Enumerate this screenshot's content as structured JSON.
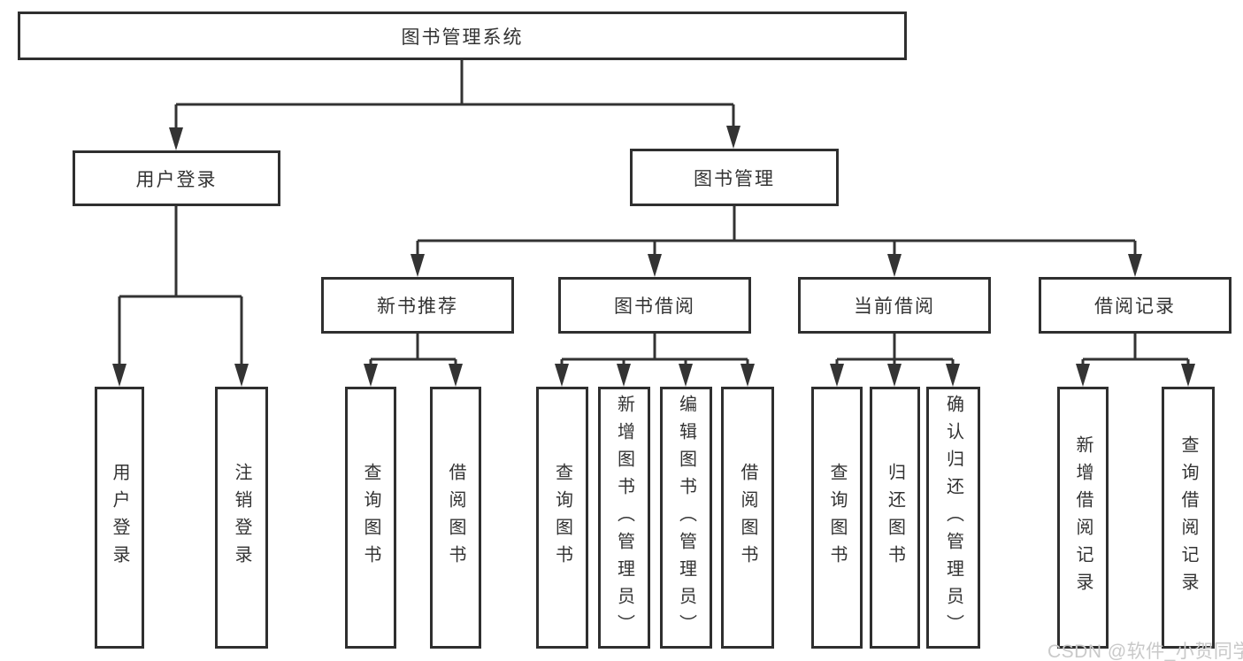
{
  "tree": {
    "label": "图书管理系统",
    "children": [
      {
        "label": "用户登录",
        "children": [
          {
            "label": "用户登录"
          },
          {
            "label": "注销登录"
          }
        ]
      },
      {
        "label": "图书管理",
        "children": [
          {
            "label": "新书推荐",
            "children": [
              {
                "label": "查询图书"
              },
              {
                "label": "借阅图书"
              }
            ]
          },
          {
            "label": "图书借阅",
            "children": [
              {
                "label": "查询图书"
              },
              {
                "label": "新增图书（管理员）"
              },
              {
                "label": "编辑图书（管理员）"
              },
              {
                "label": "借阅图书"
              }
            ]
          },
          {
            "label": "当前借阅",
            "children": [
              {
                "label": "查询图书"
              },
              {
                "label": "归还图书"
              },
              {
                "label": "确认归还（管理员）"
              }
            ]
          },
          {
            "label": "借阅记录",
            "children": [
              {
                "label": "新增借阅记录"
              },
              {
                "label": "查询借阅记录"
              }
            ]
          }
        ]
      }
    ]
  },
  "watermark": {
    "text": "CSDN @软件_小贺同学"
  },
  "colors": {
    "line": "#333333",
    "box_border": "#2f2f2f",
    "text": "#333333",
    "background": "#ffffff",
    "watermark": "#c9c9c9"
  }
}
